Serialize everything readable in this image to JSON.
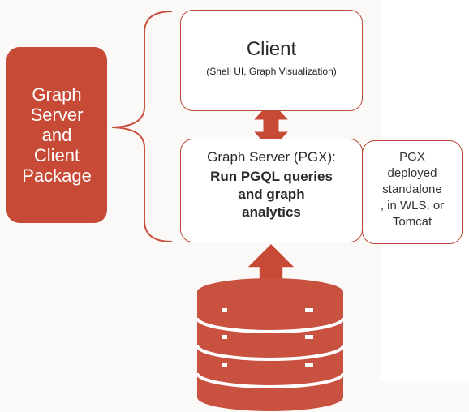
{
  "package": {
    "label": "Graph\nServer\nand\nClient\nPackage"
  },
  "client": {
    "title": "Client",
    "subtitle": "(Shell UI, Graph Visualization)"
  },
  "server": {
    "title": "Graph Server (PGX):",
    "bold": "Run PGQL queries\nand graph\nanalytics"
  },
  "deployment": {
    "label": "PGX\ndeployed\nstandalone\n, in WLS, or\nTomcat"
  },
  "colors": {
    "accent": "#c64a35",
    "border": "#b94a3a",
    "database": "#c9513f",
    "database_lines": "#ffffff"
  },
  "icons": {
    "database": "database-icon",
    "brace": "curly-brace",
    "arrows": [
      "double-arrow",
      "up-arrow"
    ]
  }
}
